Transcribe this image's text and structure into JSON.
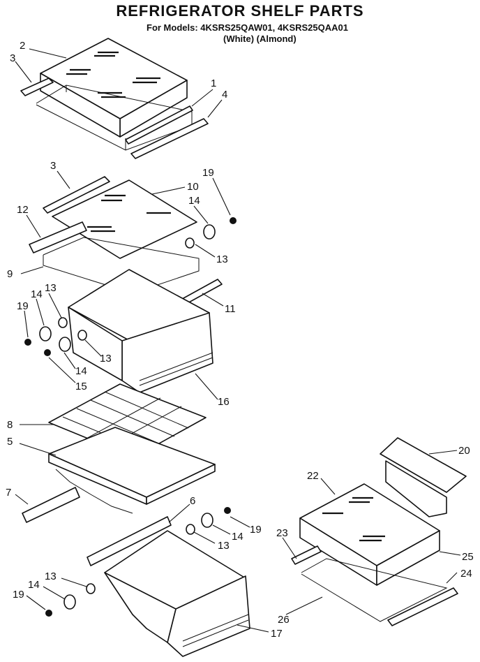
{
  "header": {
    "title": "REFRIGERATOR SHELF PARTS",
    "models_line": "For Models: 4KSRS25QAW01, 4KSRS25QAA01",
    "colors_line": "(White)  (Almond)"
  },
  "callouts": [
    {
      "id": "c1",
      "label": "1"
    },
    {
      "id": "c2",
      "label": "2"
    },
    {
      "id": "c3a",
      "label": "3"
    },
    {
      "id": "c4",
      "label": "4"
    },
    {
      "id": "c3b",
      "label": "3"
    },
    {
      "id": "c10",
      "label": "10"
    },
    {
      "id": "c19a",
      "label": "19"
    },
    {
      "id": "c14a",
      "label": "14"
    },
    {
      "id": "c12",
      "label": "12"
    },
    {
      "id": "c13a",
      "label": "13"
    },
    {
      "id": "c9",
      "label": "9"
    },
    {
      "id": "c11",
      "label": "11"
    },
    {
      "id": "c13b",
      "label": "13"
    },
    {
      "id": "c14b",
      "label": "14"
    },
    {
      "id": "c19b",
      "label": "19"
    },
    {
      "id": "c13c",
      "label": "13"
    },
    {
      "id": "c14c",
      "label": "14"
    },
    {
      "id": "c15",
      "label": "15"
    },
    {
      "id": "c16",
      "label": "16"
    },
    {
      "id": "c8",
      "label": "8"
    },
    {
      "id": "c5",
      "label": "5"
    },
    {
      "id": "c20",
      "label": "20"
    },
    {
      "id": "c22",
      "label": "22"
    },
    {
      "id": "c7",
      "label": "7"
    },
    {
      "id": "c6",
      "label": "6"
    },
    {
      "id": "c19c",
      "label": "19"
    },
    {
      "id": "c14d",
      "label": "14"
    },
    {
      "id": "c13d",
      "label": "13"
    },
    {
      "id": "c23",
      "label": "23"
    },
    {
      "id": "c25",
      "label": "25"
    },
    {
      "id": "c24",
      "label": "24"
    },
    {
      "id": "c13e",
      "label": "13"
    },
    {
      "id": "c14e",
      "label": "14"
    },
    {
      "id": "c19d",
      "label": "19"
    },
    {
      "id": "c26",
      "label": "26"
    },
    {
      "id": "c17",
      "label": "17"
    }
  ]
}
